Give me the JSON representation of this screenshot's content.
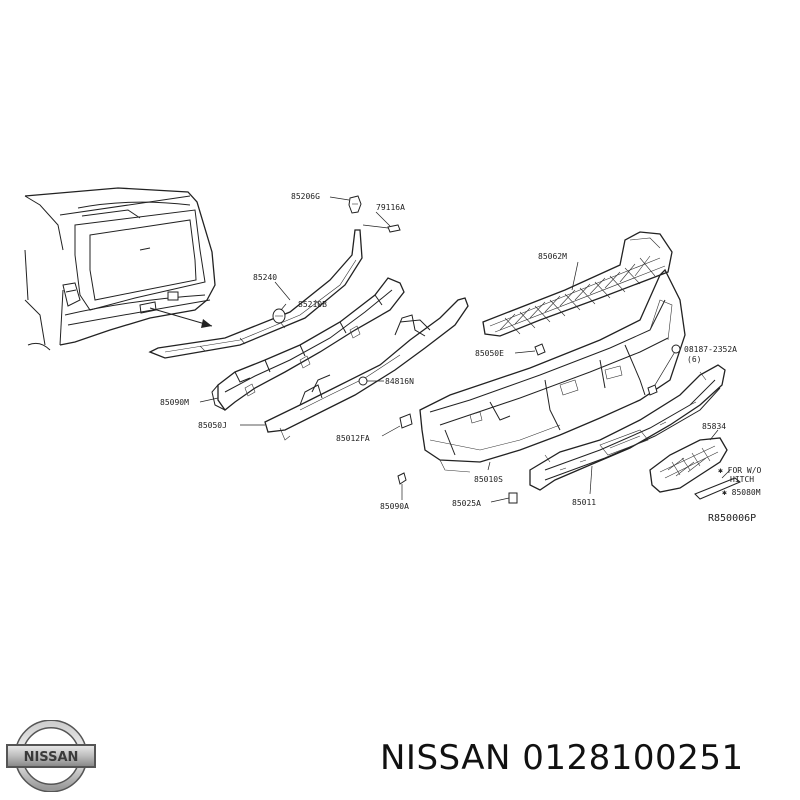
{
  "diagram": {
    "labels": [
      "85206G",
      "79116A",
      "85062M",
      "85240",
      "85210B",
      "85050E",
      "08187-2352A",
      "(6)",
      "85090M",
      "84816N",
      "85050J",
      "85012FA",
      "85834",
      "85010S",
      "85011",
      "✱ FOR W/O",
      "HITCH",
      "✱ 85080M",
      "85090A",
      "85025A"
    ],
    "ref_code": "R850006P"
  },
  "footer": {
    "brand": "NISSAN",
    "part_number": "0128100251",
    "logo_text": "NISSAN"
  },
  "colors": {
    "line": "#222222",
    "background": "#ffffff",
    "logo_light": "#d8d8d8",
    "logo_dark": "#444444"
  }
}
